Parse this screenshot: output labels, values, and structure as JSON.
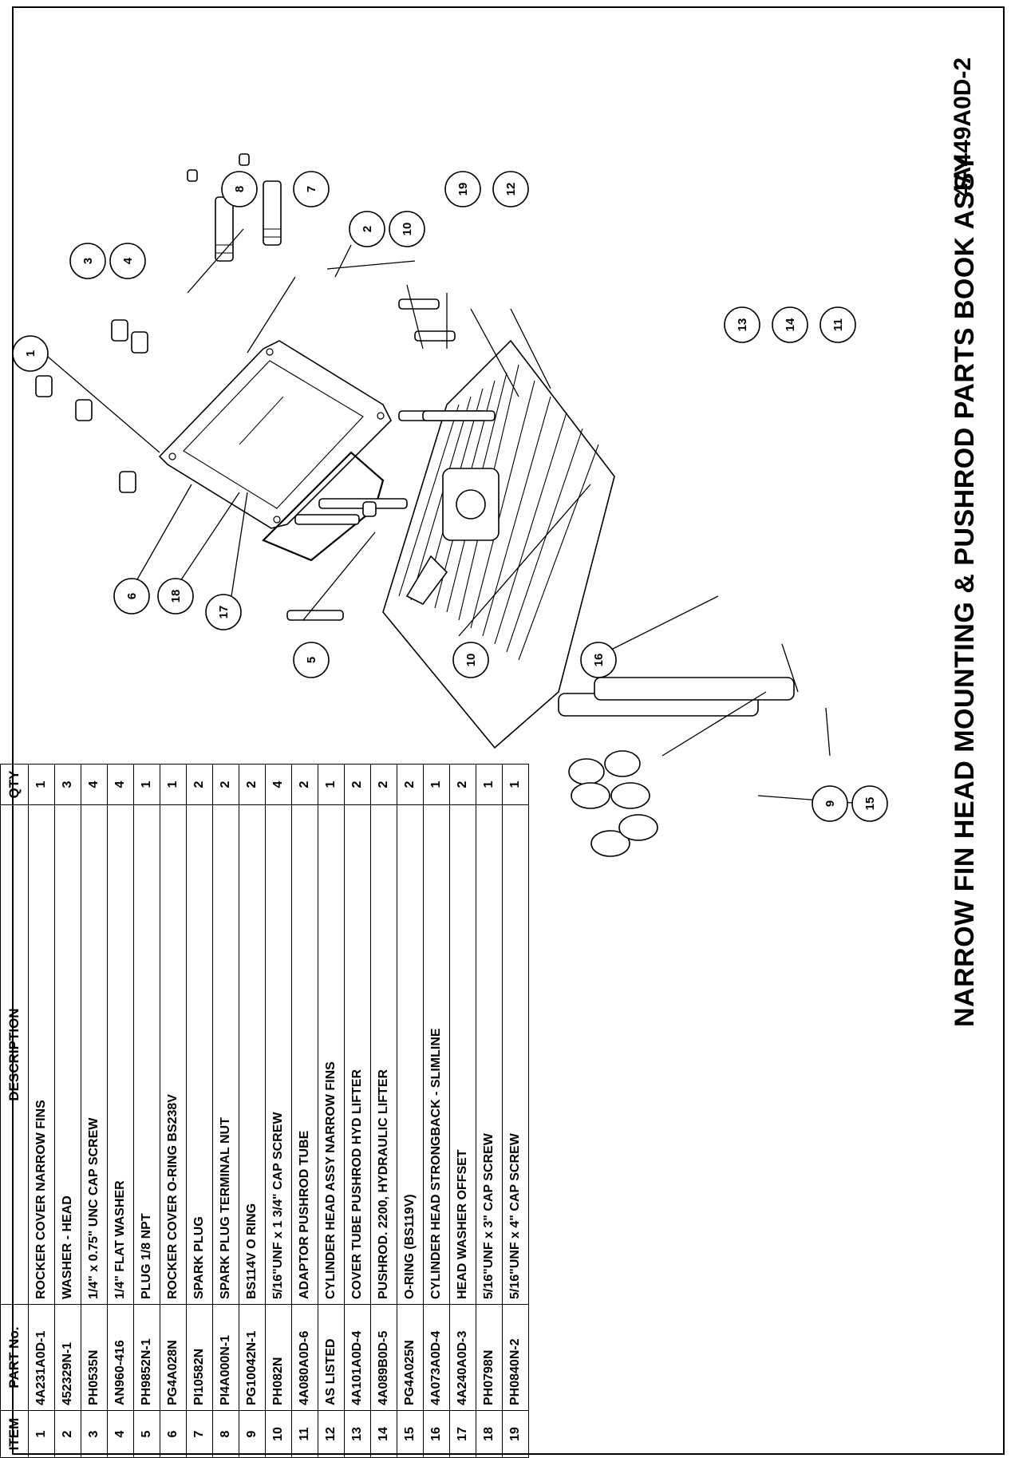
{
  "table": {
    "headers": {
      "item": "ITEM",
      "part_no": "PART No.",
      "description": "DESCRIPTION",
      "qty": "QTY"
    },
    "rows": [
      {
        "item": "1",
        "part_no": "4A231A0D-1",
        "description": "ROCKER COVER NARROW FINS",
        "qty": "1"
      },
      {
        "item": "2",
        "part_no": "452329N-1",
        "description": "WASHER - HEAD",
        "qty": "3"
      },
      {
        "item": "3",
        "part_no": "PH0535N",
        "description": "1/4\" x 0.75\" UNC CAP SCREW",
        "qty": "4"
      },
      {
        "item": "4",
        "part_no": "AN960-416",
        "description": "1/4\" FLAT WASHER",
        "qty": "4"
      },
      {
        "item": "5",
        "part_no": "PH9852N-1",
        "description": "PLUG 1/8 NPT",
        "qty": "1"
      },
      {
        "item": "6",
        "part_no": "PG4A028N",
        "description": "ROCKER COVER O-RING BS238V",
        "qty": "1"
      },
      {
        "item": "7",
        "part_no": "PI10582N",
        "description": "SPARK PLUG",
        "qty": "2"
      },
      {
        "item": "8",
        "part_no": "PI4A000N-1",
        "description": "SPARK PLUG TERMINAL NUT",
        "qty": "2"
      },
      {
        "item": "9",
        "part_no": "PG10042N-1",
        "description": "BS114V O RING",
        "qty": "2"
      },
      {
        "item": "10",
        "part_no": "PH082N",
        "description": "5/16\"UNF x 1 3/4\" CAP SCREW",
        "qty": "4"
      },
      {
        "item": "11",
        "part_no": "4A080A0D-6",
        "description": "ADAPTOR PUSHROD TUBE",
        "qty": "2"
      },
      {
        "item": "12",
        "part_no": "AS LISTED",
        "description": "CYLINDER HEAD ASSY NARROW FINS",
        "qty": "1"
      },
      {
        "item": "13",
        "part_no": "4A101A0D-4",
        "description": "COVER TUBE PUSHROD HYD LIFTER",
        "qty": "2"
      },
      {
        "item": "14",
        "part_no": "4A089B0D-5",
        "description": "PUSHROD. 2200, HYDRAULIC LIFTER",
        "qty": "2"
      },
      {
        "item": "15",
        "part_no": "PG4A025N",
        "description": "O-RING  (BS119V)",
        "qty": "2"
      },
      {
        "item": "16",
        "part_no": "4A073A0D-4",
        "description": "CYLINDER HEAD STRONGBACK - SLIMLINE",
        "qty": "1"
      },
      {
        "item": "17",
        "part_no": "4A240A0D-3",
        "description": "HEAD WASHER OFFSET",
        "qty": "2"
      },
      {
        "item": "18",
        "part_no": "PH0798N",
        "description": "5/16\"UNF x 3\" CAP SCREW",
        "qty": "1"
      },
      {
        "item": "19",
        "part_no": "PH0840N-2",
        "description": "5/16\"UNF x 4\" CAP SCREW",
        "qty": "1"
      }
    ]
  },
  "title": "NARROW FIN HEAD MOUNTING & PUSHROD PARTS BOOK ASSY",
  "drawing_number": "4A449A0D-2",
  "callouts": [
    "1",
    "2",
    "3",
    "4",
    "5",
    "6",
    "7",
    "8",
    "9",
    "10",
    "10",
    "11",
    "12",
    "13",
    "14",
    "15",
    "16",
    "17",
    "18",
    "19"
  ]
}
